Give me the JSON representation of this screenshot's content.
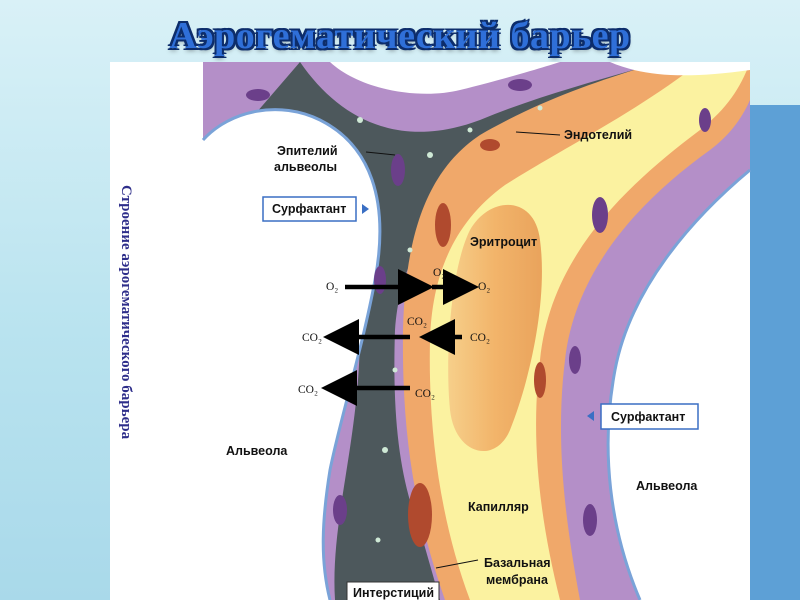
{
  "title": "Аэрогематический барьер",
  "side_caption": "Строение аэрогематического барьера",
  "labels": {
    "epithelium_line1": "Эпителий",
    "epithelium_line2": "альвеолы",
    "surfactant_left": "Сурфактант",
    "surfactant_right": "Сурфактант",
    "endothelium": "Эндотелий",
    "erythrocyte": "Эритроцит",
    "alveola_left": "Альвеола",
    "alveola_right": "Альвеола",
    "capillary": "Капилляр",
    "basal_line1": "Базальная",
    "basal_line2": "мембрана",
    "interstitium": "Интерстиций"
  },
  "gases": {
    "o2_left": "O₂",
    "o2_top": "O₂",
    "o2_right": "O₂",
    "co2_mid": "CO₂",
    "co2_right": "CO₂",
    "co2_left1": "CO₂",
    "co2_left2": "CO₂",
    "co2_low": "CO₂"
  },
  "colors": {
    "title": "#2f6fd8",
    "epithelium": "#b48fc8",
    "interstitium": "#4f5a5e",
    "endothelium": "#f0a86a",
    "plasma": "#fbf2a0",
    "erythrocyte": "#f0b86c",
    "surfactant_box": "#3a6fc4"
  }
}
